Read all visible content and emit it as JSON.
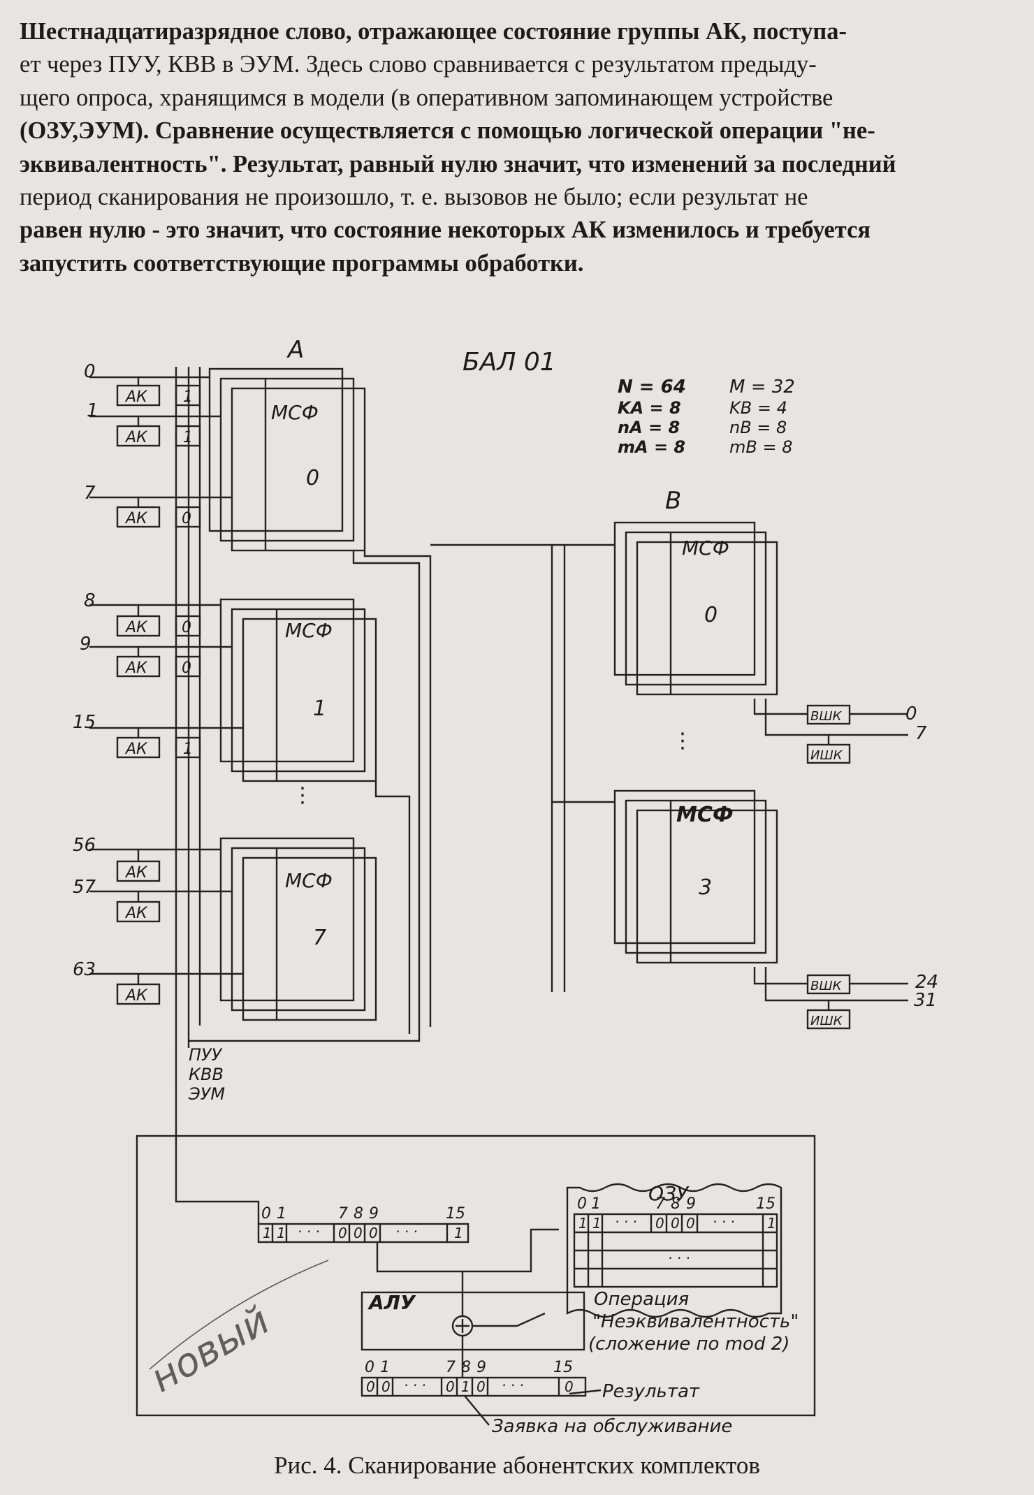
{
  "paragraph": {
    "l1": "Шестнадцатиразрядное слово, отражающее состояние группы АК, поступа-",
    "l2": "ет через ПУУ, КВВ в ЭУМ. Здесь слово сравнивается с результатом предыду-",
    "l3": "щего опроса, хранящимся в модели (в оперативном запоминающем устройстве",
    "l4": "(ОЗУ,ЭУМ). Сравнение осуществляется с помощью логической операции \"не-",
    "l5": "эквивалентность\". Результат, равный нулю значит, что изменений за последний",
    "l6": "период сканирования не произошло, т. е. вызовов не было; если результат не",
    "l7": "равен нулю - это значит, что состояние некоторых АК изменилось и требуется",
    "l8": "запустить соответствующие программы обработки."
  },
  "diagram": {
    "title": "БАЛ 01",
    "block_a_label": "А",
    "block_b_label": "В",
    "params_a": [
      "N = 64",
      "KА = 8",
      "nА = 8",
      "mА = 8"
    ],
    "params_b": [
      "M = 32",
      "KВ = 4",
      "nВ = 8",
      "mВ = 8"
    ],
    "msf_label": "МСФ",
    "ak_label": "АК",
    "line_numbers": [
      "0",
      "1",
      "7",
      "8",
      "9",
      "15",
      "56",
      "57",
      "63"
    ],
    "ak_states": [
      "1",
      "1",
      "0",
      "0",
      "0",
      "1"
    ],
    "block_a_indices": [
      "0",
      "1",
      "7"
    ],
    "block_b_indices": [
      "0",
      "3"
    ],
    "vshk_label": "ВШК",
    "ishk_label": "ИШК",
    "b_numbers": [
      "0",
      "7",
      "24",
      "31"
    ],
    "puu_label": "ПУУ",
    "kvv_label": "КВВ",
    "eum_label": "ЭУМ",
    "ozu_label": "ОЗУ",
    "alu_label": "АЛУ",
    "operation_lines": [
      "Операция",
      "\"Неэквивалентность\"",
      "(сложение по mod 2)"
    ],
    "result_label": "Результат",
    "request_label": "Заявка на обслуживание",
    "bit_header": [
      "0",
      "1",
      "7",
      "8",
      "9",
      "15"
    ],
    "word_input": [
      "1",
      "1",
      "0",
      "0",
      "0",
      "1"
    ],
    "word_ozu": [
      "1",
      "1",
      "0",
      "0",
      "0",
      "1"
    ],
    "word_result": [
      "0",
      "0",
      "0",
      "1",
      "0",
      "0"
    ],
    "handwritten_note": "новый"
  },
  "caption": "Рис. 4. Сканирование абонентских комплектов"
}
